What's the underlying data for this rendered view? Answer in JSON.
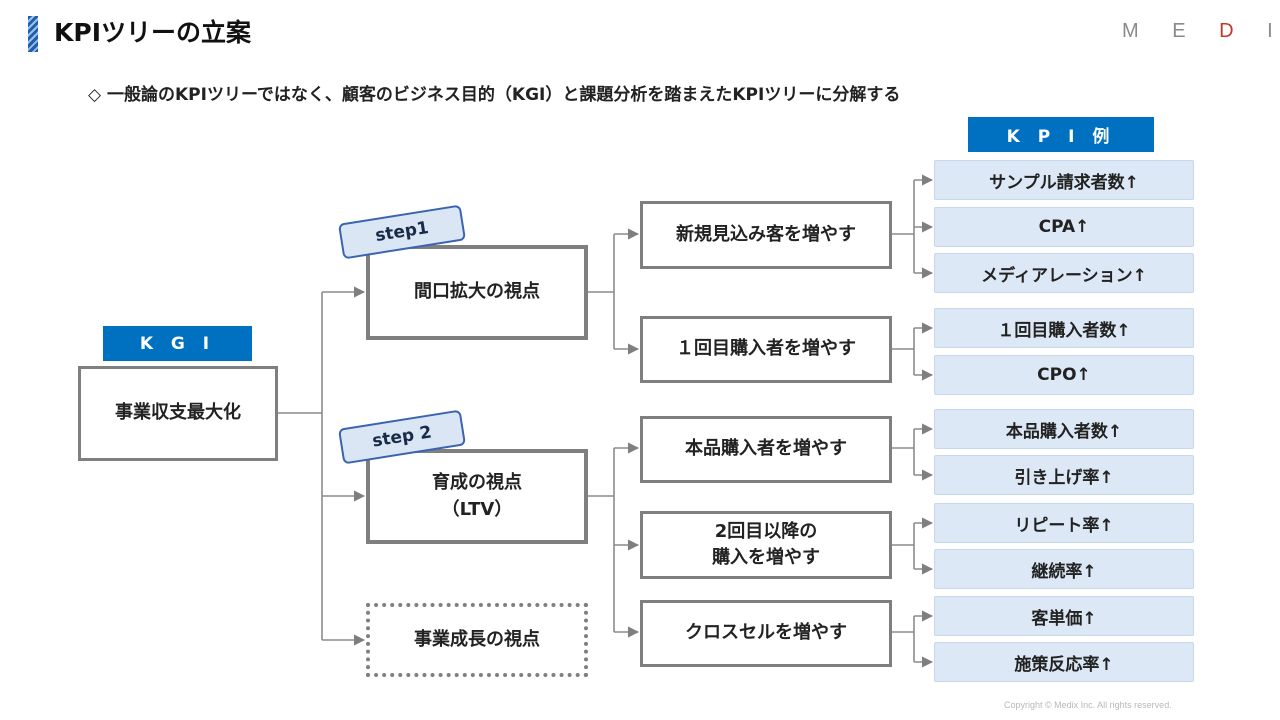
{
  "header": {
    "title": "KPIツリーの立案",
    "brand_prefix": "M E ",
    "brand_d": "D",
    "brand_suffix": " I X",
    "subtitle": "◇ 一般論のKPIツリーではなく、顧客のビジネス目的（KGI）と課題分析を踏まえたKPIツリーに分解する"
  },
  "kgi": {
    "header": "K G I",
    "label": "事業収支最大化"
  },
  "kpi_header": "K P I 例",
  "steps": {
    "step1": "step1",
    "step2": "step 2"
  },
  "viewpoints": {
    "expansion": "間口拡大の視点",
    "nurture_line1": "育成の視点",
    "nurture_line2": "（LTV）",
    "growth": "事業成長の視点"
  },
  "actions": {
    "new_prospects": "新規見込み客を増やす",
    "first_buyers": "１回目購入者を増やす",
    "main_buyers": "本品購入者を増やす",
    "repeat_line1": "2回目以降の",
    "repeat_line2": "購入を増やす",
    "cross_sell": "クロスセルを増やす"
  },
  "kpis": {
    "sample_requests": "サンプル請求者数↑",
    "cpa": "CPA↑",
    "media_relations": "メディアレーション↑",
    "first_buyers_count": "１回目購入者数↑",
    "cpo": "CPO↑",
    "main_buyers_count": "本品購入者数↑",
    "upgrade_rate": "引き上げ率↑",
    "repeat_rate": "リピート率↑",
    "retention_rate": "継続率↑",
    "unit_price": "客単価↑",
    "response_rate": "施策反応率↑"
  },
  "footer": {
    "copyright": "Copyright © Medix Inc. All rights reserved."
  }
}
